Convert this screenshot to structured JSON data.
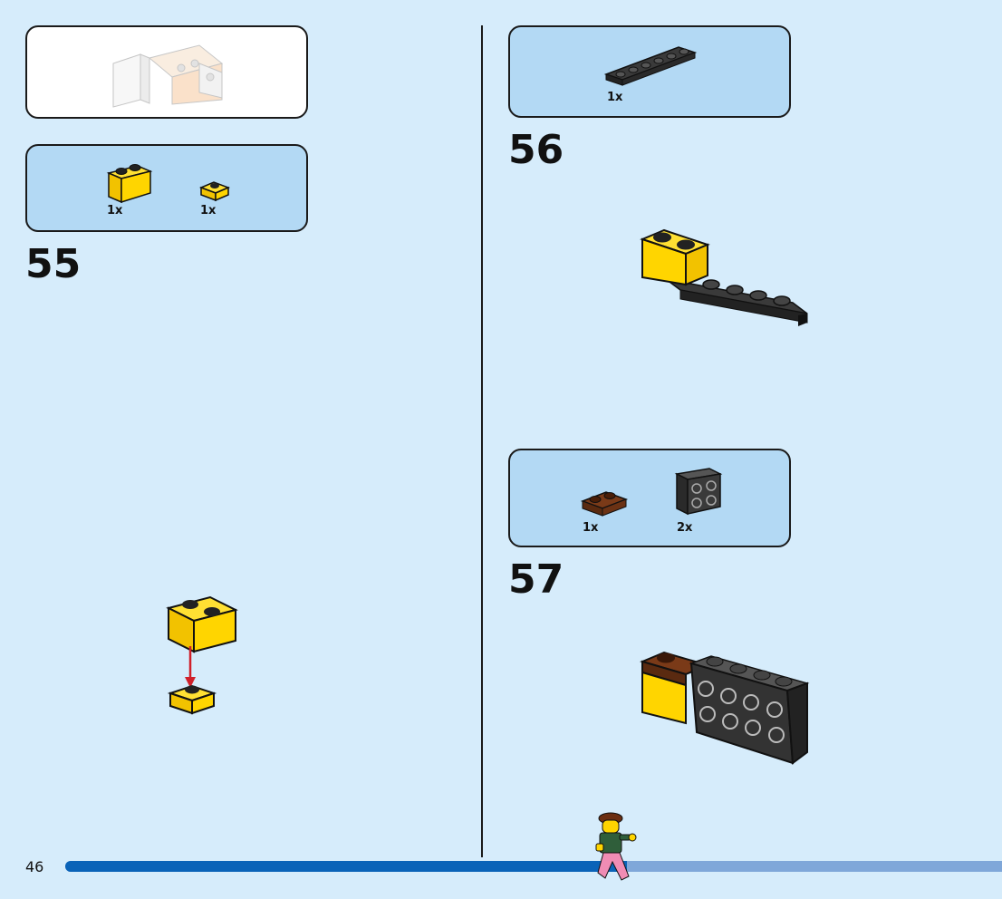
{
  "page": {
    "number": "46"
  },
  "progress": {
    "fraction": 0.6
  },
  "steps": [
    {
      "number": "55",
      "parts": [
        {
          "qty": "1x",
          "part": "yellow-brick-1x2"
        },
        {
          "qty": "1x",
          "part": "yellow-plate-1x1"
        }
      ]
    },
    {
      "number": "56",
      "parts": [
        {
          "qty": "1x",
          "part": "black-plate-1x6"
        }
      ]
    },
    {
      "number": "57",
      "parts": [
        {
          "qty": "1x",
          "part": "brown-plate-1x2"
        },
        {
          "qty": "2x",
          "part": "black-brick-2x2-side-studs"
        }
      ]
    }
  ],
  "colors": {
    "background": "#d6ecfb",
    "parts_box": "#b3d9f4",
    "progress_fill": "#0a63b8",
    "progress_track": "#7fa7d9",
    "arrow": "#d0202a"
  }
}
